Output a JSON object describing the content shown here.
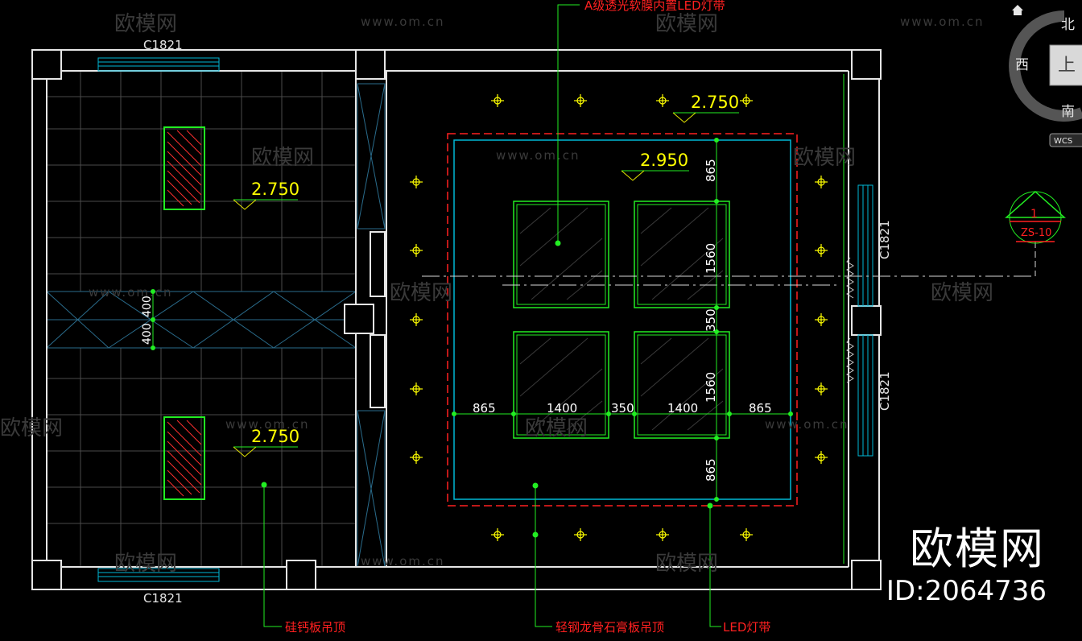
{
  "colors": {
    "background": "#000000",
    "wall": "#e6e6e6",
    "grid": "#4a4a4a",
    "cyan": "#00b7d6",
    "green": "#22ee22",
    "yellow": "#ffff00",
    "red": "#ff2020",
    "white": "#ffffff"
  },
  "windows": {
    "top_left": "C1821",
    "bottom_left": "C1821",
    "right_upper": "C1821",
    "right_lower": "C1821"
  },
  "levels": {
    "left_top": "2.750",
    "left_bottom": "2.750",
    "right_top": "2.750",
    "center": "2.950"
  },
  "dimensions": {
    "top": "865",
    "panel_height_1": "1560",
    "gap_v": "350",
    "panel_height_2": "1560",
    "bottom": "865",
    "left": "865",
    "panel_width_1": "1400",
    "gap_h": "350",
    "panel_width_2": "1400",
    "right": "865",
    "corridor_1": "400",
    "corridor_2": "400"
  },
  "labels": {
    "top_callout": "A级透光软膜内置LED灯带",
    "bottom_left_callout": "硅钙板吊顶",
    "bottom_mid_callout": "轻钢龙骨石膏板吊顶",
    "bottom_right_callout": "LED灯带"
  },
  "section_marker": {
    "number": "1",
    "sheet": "ZS-10"
  },
  "viewcube": {
    "north": "北",
    "south": "南",
    "west": "西",
    "face": "上",
    "coords": "WCS",
    "home_icon": "home-icon"
  },
  "watermark": {
    "brand": "欧模网",
    "url": "www.om.cn",
    "id": "ID:2064736"
  }
}
